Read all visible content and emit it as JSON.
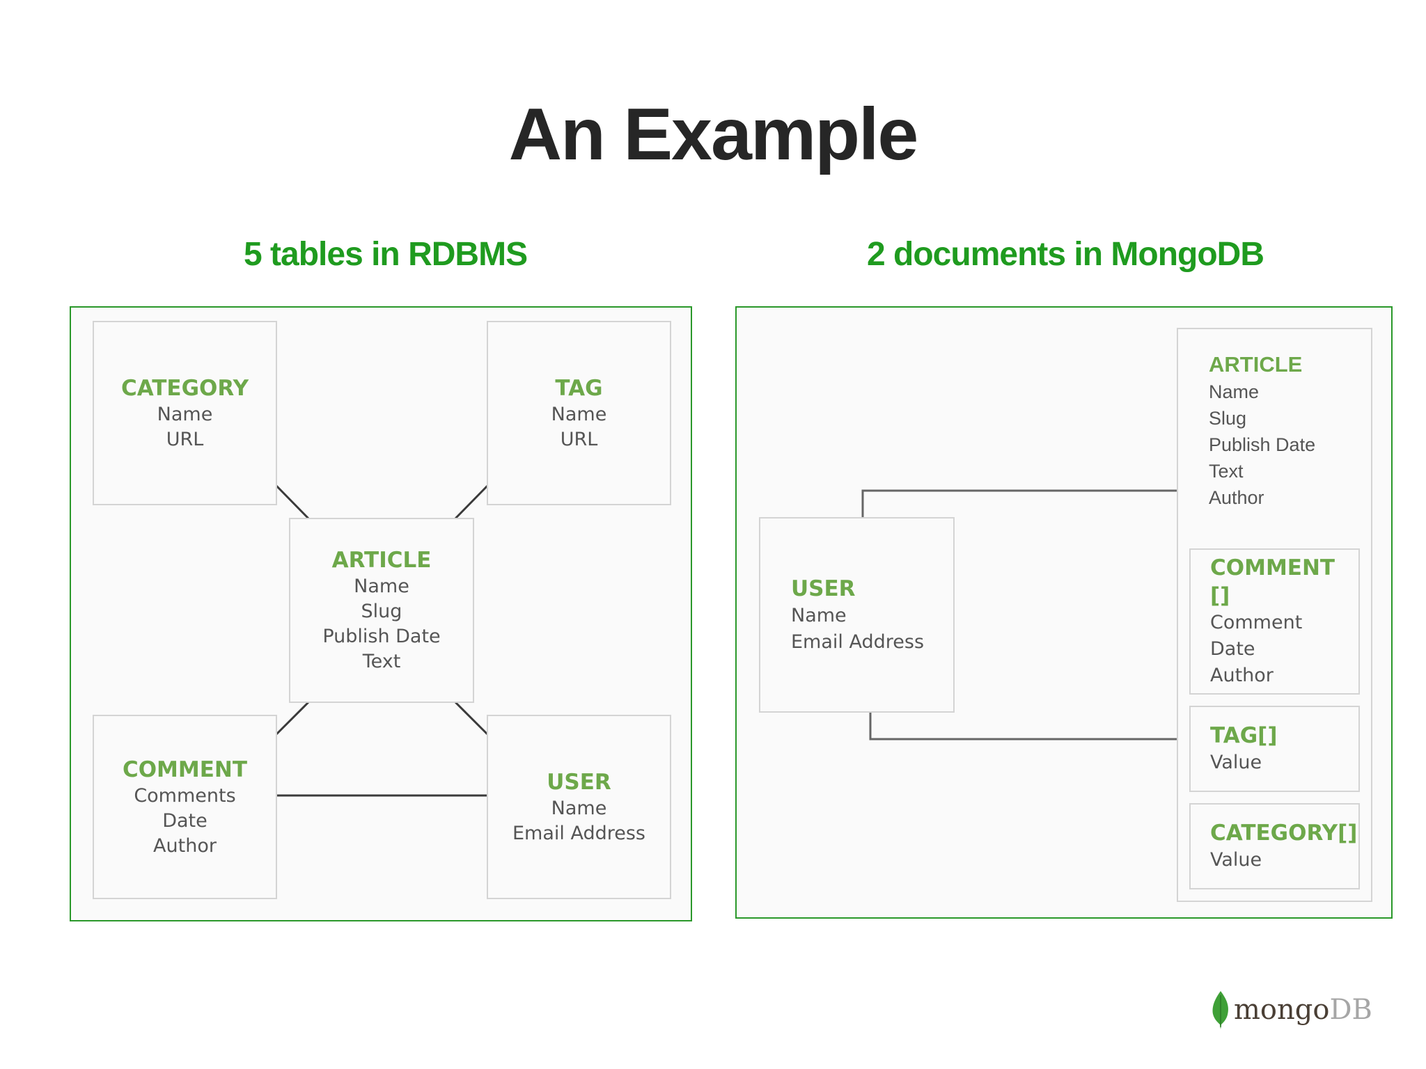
{
  "title": "An Example",
  "left": {
    "heading": "5 tables in RDBMS",
    "boxes": {
      "category": {
        "title": "CATEGORY",
        "fields": [
          "Name",
          "URL"
        ]
      },
      "tag": {
        "title": "TAG",
        "fields": [
          "Name",
          "URL"
        ]
      },
      "article": {
        "title": "ARTICLE",
        "fields": [
          "Name",
          "Slug",
          "Publish Date",
          "Text"
        ]
      },
      "comment": {
        "title": "COMMENT",
        "fields": [
          "Comments",
          "Date",
          "Author"
        ]
      },
      "user": {
        "title": "USER",
        "fields": [
          "Name",
          "Email Address"
        ]
      }
    }
  },
  "right": {
    "heading": "2 documents in MongoDB",
    "user": {
      "title": "USER",
      "fields": [
        "Name",
        "Email Address"
      ]
    },
    "article": {
      "title": "ARTICLE",
      "fields": [
        "Name",
        "Slug",
        "Publish Date",
        "Text",
        "Author"
      ],
      "comment": {
        "title": "COMMENT []",
        "fields": [
          "Comment",
          "Date",
          "Author"
        ]
      },
      "tag": {
        "title": "TAG[]",
        "fields": [
          "Value"
        ]
      },
      "category": {
        "title": "CATEGORY[]",
        "fields": [
          "Value"
        ]
      }
    }
  },
  "logo": {
    "text_main": "mongo",
    "text_db": "DB"
  },
  "colors": {
    "heading_green": "#1f9b1f",
    "box_title_green": "#6da84a",
    "panel_border": "#2a982a",
    "title_dark": "#262626"
  }
}
